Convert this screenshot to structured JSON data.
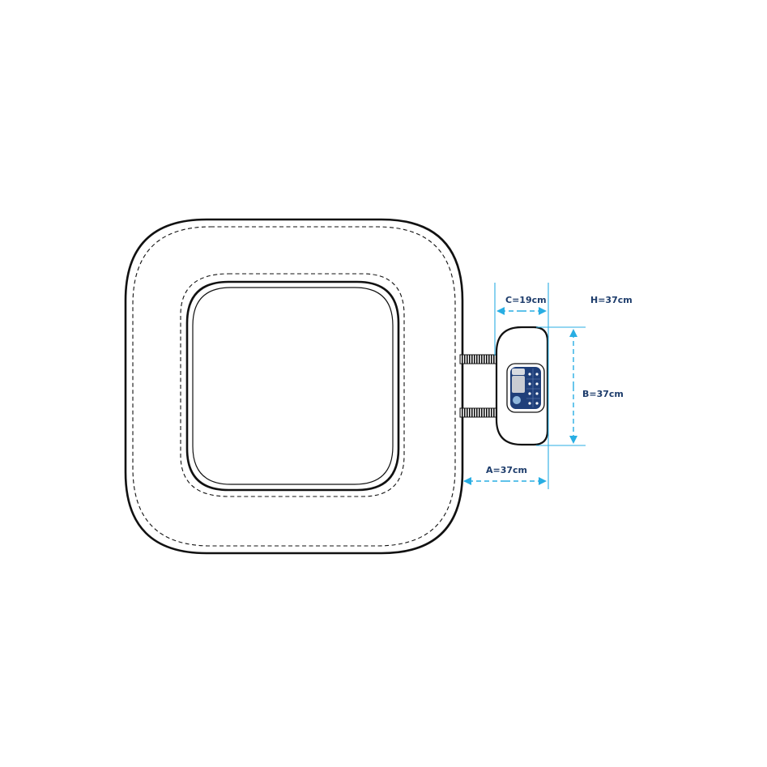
{
  "dimensions": {
    "c_label": "C=19cm",
    "h_label": "H=37cm",
    "b_label": "B=37cm",
    "a_label": "A=37cm"
  },
  "colors": {
    "outline": "#111111",
    "dimension_arrow": "#29aee3",
    "label_text": "#1d3c6b",
    "panel_blue": "#1f3f7a",
    "panel_screen": "#c9ccd3"
  },
  "icons": {
    "control_panel": "control-panel-icon",
    "hose": "hose-icon"
  }
}
